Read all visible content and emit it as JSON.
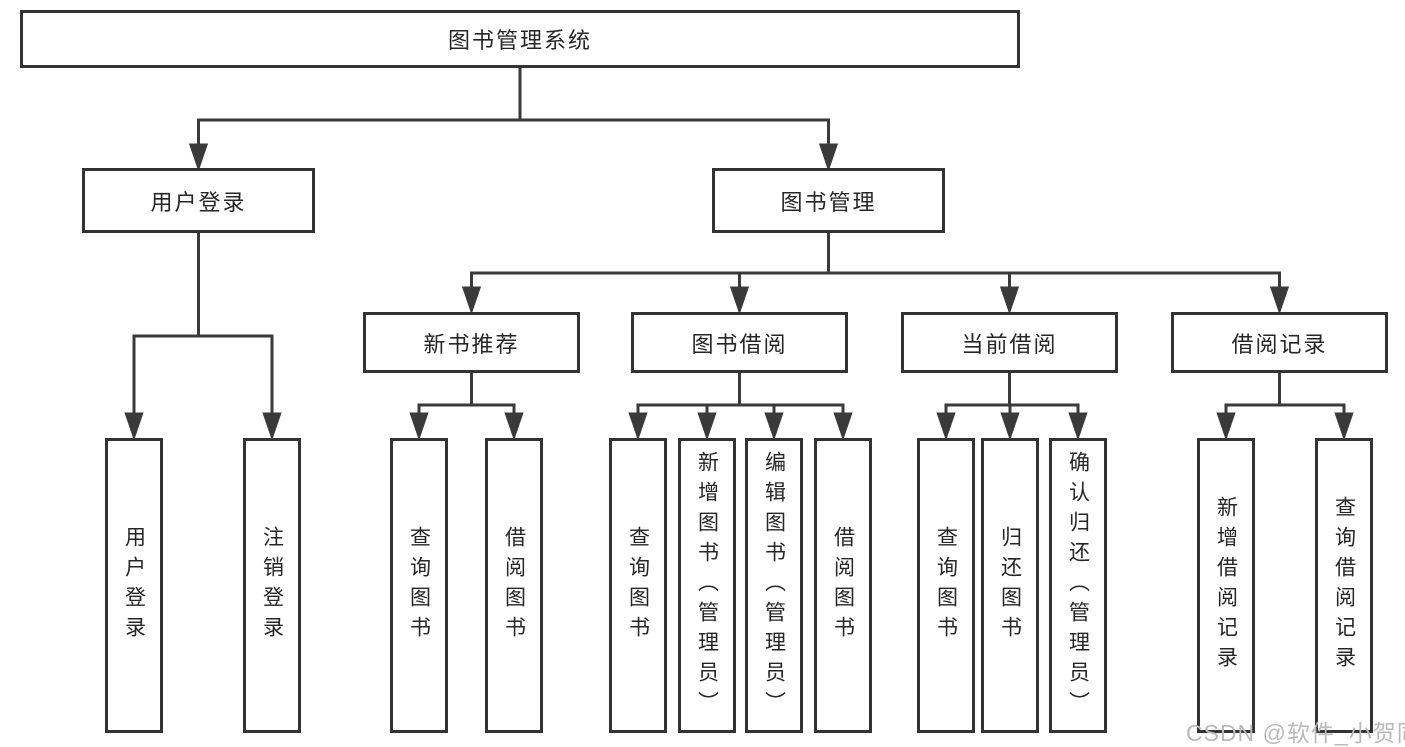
{
  "diagram": {
    "root": {
      "label": "图书管理系统"
    },
    "branches": [
      {
        "label": "用户登录",
        "children": [
          {
            "label": "用户登录"
          },
          {
            "label": "注销登录"
          }
        ]
      },
      {
        "label": "图书管理",
        "children": [
          {
            "label": "新书推荐",
            "children": [
              {
                "label": "查询图书"
              },
              {
                "label": "借阅图书"
              }
            ]
          },
          {
            "label": "图书借阅",
            "children": [
              {
                "label": "查询图书"
              },
              {
                "label": "新增图书（管理员）"
              },
              {
                "label": "编辑图书（管理员）"
              },
              {
                "label": "借阅图书"
              }
            ]
          },
          {
            "label": "当前借阅",
            "children": [
              {
                "label": "查询图书"
              },
              {
                "label": "归还图书"
              },
              {
                "label": "确认归还（管理员）"
              }
            ]
          },
          {
            "label": "借阅记录",
            "children": [
              {
                "label": "新增借阅记录"
              },
              {
                "label": "查询借阅记录"
              }
            ]
          }
        ]
      }
    ]
  },
  "watermark": "CSDN @软件_小贺同学",
  "colors": {
    "line": "#3a3a3a",
    "box_border": "#333333",
    "text": "#262626",
    "watermark": "#b9b9b9",
    "background": "#ffffff"
  }
}
